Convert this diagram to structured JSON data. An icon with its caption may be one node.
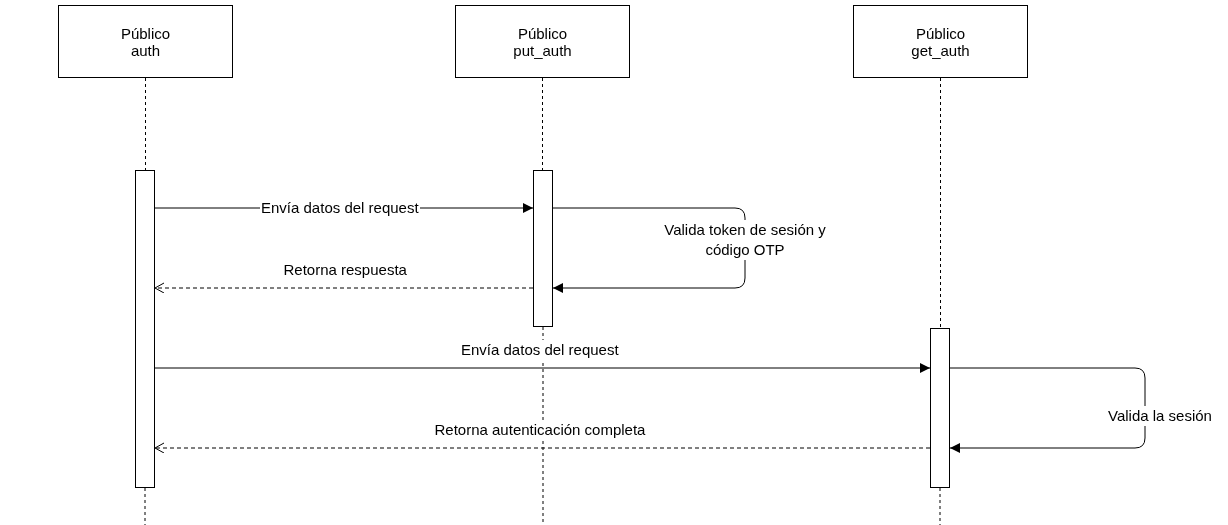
{
  "diagram": {
    "nodes": [
      {
        "text": [
          "Público",
          "auth"
        ]
      },
      {
        "text": [
          "Público",
          "put_auth"
        ]
      },
      {
        "text": [
          "Público",
          "get_auth"
        ]
      },
      {
        "text": [],
        "shape": "bar"
      },
      {
        "text": [],
        "shape": "bar"
      },
      {
        "text": [],
        "shape": "bar"
      }
    ],
    "edges": [
      {
        "from": 0,
        "to": 3,
        "arrow": "none",
        "style": "dashed"
      },
      {
        "from": 1,
        "to": 4,
        "arrow": "none",
        "style": "dashed"
      },
      {
        "from": 2,
        "to": 5,
        "arrow": "none",
        "style": "dashed"
      },
      {
        "from": 3,
        "to": 4,
        "arrow": "to",
        "label": "Envía datos del request"
      },
      {
        "from": 4,
        "to": 4,
        "arrow": "to",
        "label": "Valida token de sesión y código OTP"
      },
      {
        "from": 4,
        "to": 3,
        "arrow": "to",
        "style": "dashed",
        "label": "Retorna respuesta"
      },
      {
        "from": 3,
        "to": 5,
        "arrow": "to",
        "label": "Envía datos del request"
      },
      {
        "from": 5,
        "to": 5,
        "arrow": "to",
        "label": "Valida la sesión"
      },
      {
        "from": 5,
        "to": 3,
        "arrow": "to",
        "style": "dashed",
        "label": "Retorna autenticación completa"
      }
    ]
  }
}
